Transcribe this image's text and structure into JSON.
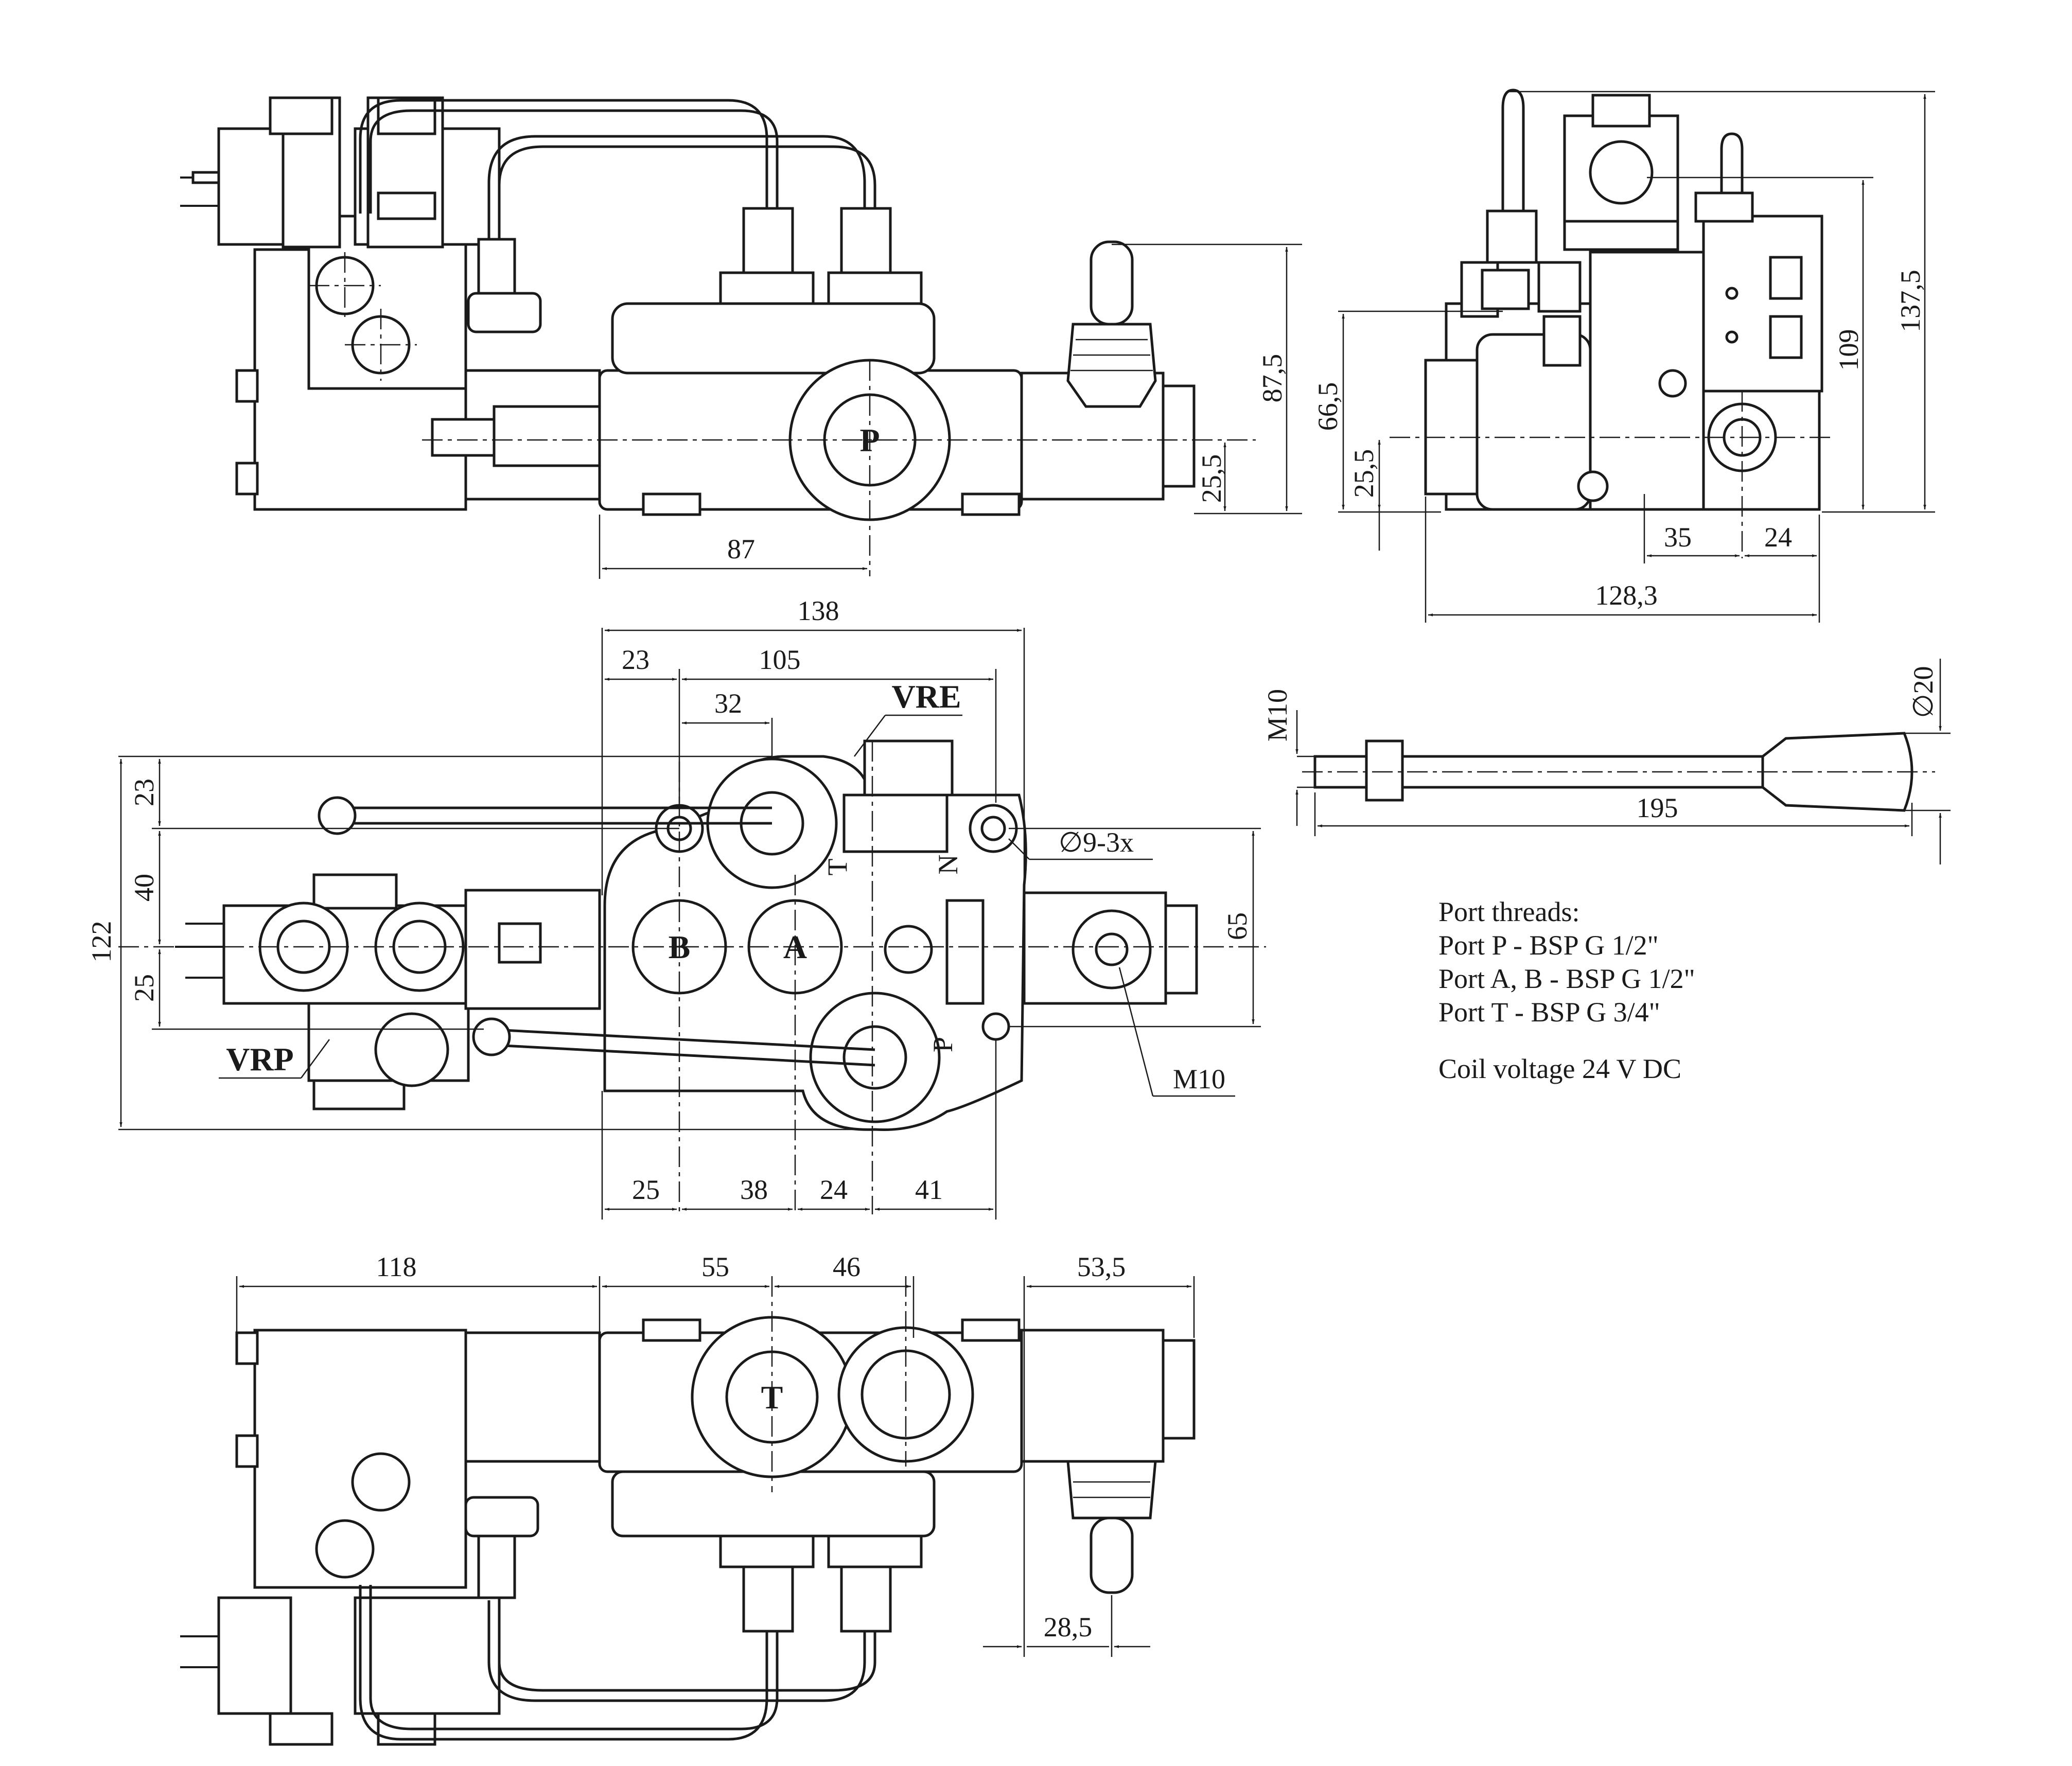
{
  "dimensions": {
    "top_view": {
      "d87": "87",
      "d87_5": "87,5",
      "d25_5": "25,5"
    },
    "side_view": {
      "d137_5": "137,5",
      "d109": "109",
      "d66_5": "66,5",
      "d25_5": "25,5",
      "d35": "35",
      "d24": "24",
      "d128_3": "128,3"
    },
    "plan_view": {
      "d138": "138",
      "d23_top": "23",
      "d105": "105",
      "d32": "32",
      "d122": "122",
      "d23_left": "23",
      "d40": "40",
      "d25_left": "25",
      "d65": "65",
      "d25_bot": "25",
      "d38": "38",
      "d24_bot": "24",
      "d41": "41",
      "hole_note": "∅9-3x",
      "thread_m10": "M10"
    },
    "lever_view": {
      "m10": "M10",
      "d20": "∅20",
      "d195": "195"
    },
    "bottom_view": {
      "d118": "118",
      "d55": "55",
      "d46": "46",
      "d53_5": "53,5",
      "d28_5": "28,5"
    }
  },
  "labels": {
    "port_p": "P",
    "port_a": "A",
    "port_b": "B",
    "port_t": "T",
    "vre": "VRE",
    "vrp": "VRP",
    "mark_t": "T",
    "mark_n": "N",
    "mark_p": "P"
  },
  "notes": {
    "heading": "Port threads:",
    "line1": "Port P - BSP G 1/2\"",
    "line2": "Port A, B - BSP G 1/2\"",
    "line3": "Port T - BSP G 3/4\"",
    "coil": "Coil voltage 24 V DC"
  }
}
